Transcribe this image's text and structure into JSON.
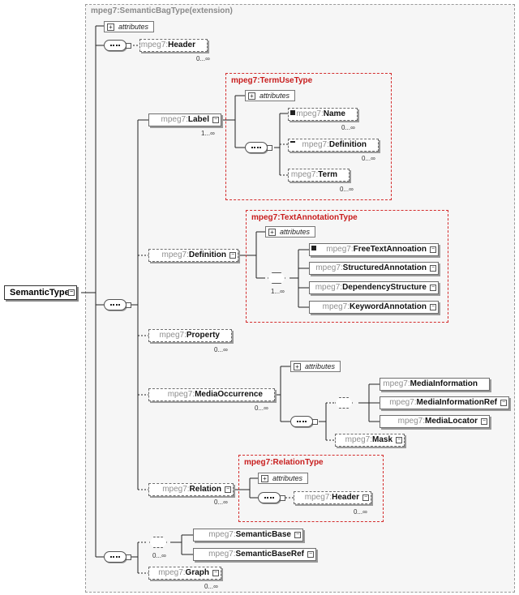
{
  "extension_title": "mpeg7:SemanticBagType(extension)",
  "root": {
    "name": "SemanticType"
  },
  "attributes_label": "attributes",
  "header": {
    "prefix": "mpeg7:",
    "name": "Header",
    "card": "0...∞"
  },
  "label": {
    "prefix": "mpeg7:",
    "name": "Label",
    "card": "1...∞"
  },
  "term_use_type": {
    "title": "mpeg7:TermUseType",
    "name": {
      "prefix": "mpeg7:",
      "name": "Name"
    },
    "definition": {
      "prefix": "mpeg7:",
      "name": "Definition",
      "card": "0...∞"
    },
    "term": {
      "prefix": "mpeg7:",
      "name": "Term"
    },
    "name_card": "0...∞",
    "term_card": "0...∞"
  },
  "definition": {
    "prefix": "mpeg7:",
    "name": "Definition"
  },
  "text_annotation_type": {
    "title": "mpeg7:TextAnnotationType",
    "choice_card": "1...∞",
    "items": [
      {
        "prefix": "mpeg7:",
        "name": "FreeTextAnnoation"
      },
      {
        "prefix": "mpeg7:",
        "name": "StructuredAnnotation"
      },
      {
        "prefix": "mpeg7:",
        "name": "DependencyStructure"
      },
      {
        "prefix": "mpeg7:",
        "name": "KeywordAnnotation"
      }
    ]
  },
  "property": {
    "prefix": "mpeg7:",
    "name": "Property",
    "card": "0...∞"
  },
  "media_occurrence": {
    "prefix": "mpeg7:",
    "name": "MediaOccurrence",
    "card": "0...∞",
    "items": [
      {
        "prefix": "mpeg7:",
        "name": "MediaInformation"
      },
      {
        "prefix": "mpeg7:",
        "name": "MediaInformationRef"
      },
      {
        "prefix": "mpeg7:",
        "name": "MediaLocator"
      }
    ],
    "mask": {
      "prefix": "mpeg7:",
      "name": "Mask"
    }
  },
  "relation": {
    "prefix": "mpeg7:",
    "name": "Relation",
    "card": "0...∞"
  },
  "relation_type": {
    "title": "mpeg7:RelationType",
    "header": {
      "prefix": "mpeg7:",
      "name": "Header",
      "card": "0...∞"
    }
  },
  "semantic_base": {
    "prefix": "mpeg7:",
    "name": "SemanticBase"
  },
  "semantic_base_ref": {
    "prefix": "mpeg7:",
    "name": "SemanticBaseRef"
  },
  "choice_card": "0...∞",
  "graph": {
    "prefix": "mpeg7:",
    "name": "Graph",
    "card": "0...∞"
  }
}
